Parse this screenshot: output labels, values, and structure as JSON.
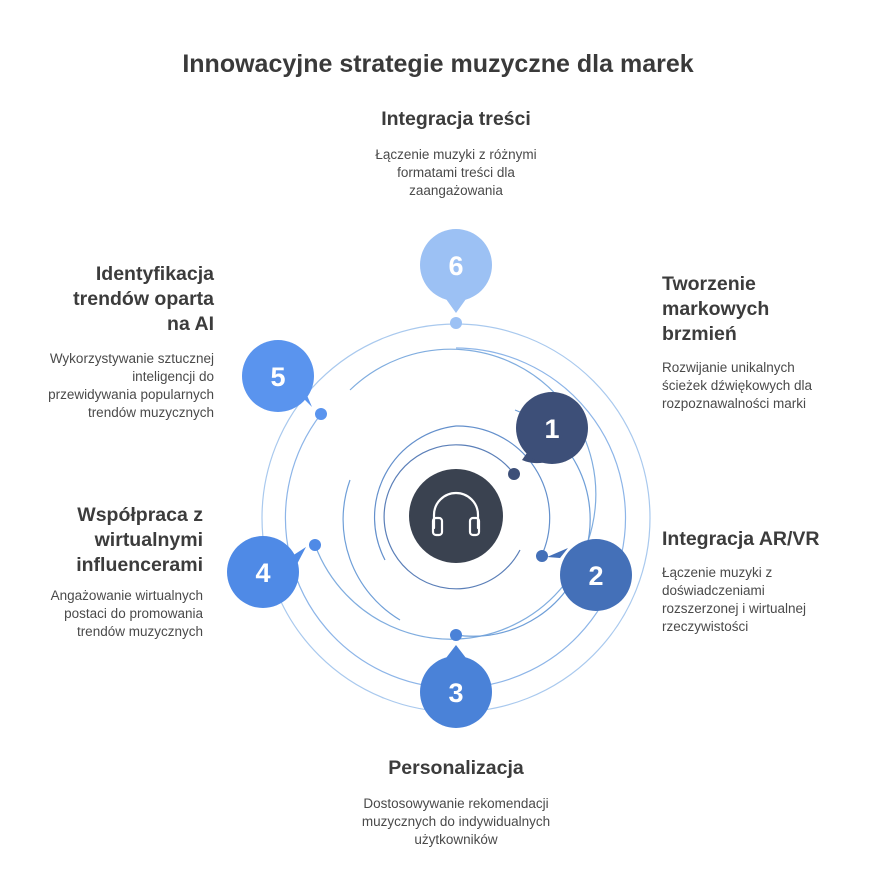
{
  "title": "Innowacyjne strategie muzyczne dla marek",
  "colors": {
    "ring_light": "#a9c9ee",
    "ring_mid": "#7ea9df",
    "ring_dark": "#5b7fb8",
    "center": "#3a4250",
    "marker_1": "#3d4f78",
    "marker_2": "#4470b8",
    "marker_3": "#4a82d8",
    "marker_4": "#4f8ae6",
    "marker_5": "#5a94ee",
    "marker_6": "#9cc1f4"
  },
  "center_icon": "headphones-icon",
  "items": [
    {
      "number": "1",
      "title": "Tworzenie markowych brzmień",
      "desc": "Rozwijanie unikalnych ścieżek dźwiękowych dla rozpoznawalności marki"
    },
    {
      "number": "2",
      "title": "Integracja AR/VR",
      "desc": "Łączenie muzyki z doświadczeniami rozszerzonej i wirtualnej rzeczywistości"
    },
    {
      "number": "3",
      "title": "Personalizacja",
      "desc": "Dostosowywanie rekomendacji muzycznych do indywidualnych użytkowników"
    },
    {
      "number": "4",
      "title": "Współpraca z wirtualnymi influencerami",
      "desc": "Angażowanie wirtualnych postaci do promowania trendów muzycznych"
    },
    {
      "number": "5",
      "title": "Identyfikacja trendów oparta na AI",
      "desc": "Wykorzystywanie sztucznej inteligencji do przewidywania popularnych trendów muzycznych"
    },
    {
      "number": "6",
      "title": "Integracja treści",
      "desc": "Łączenie muzyki z różnymi formatami treści dla zaangażowania"
    }
  ]
}
